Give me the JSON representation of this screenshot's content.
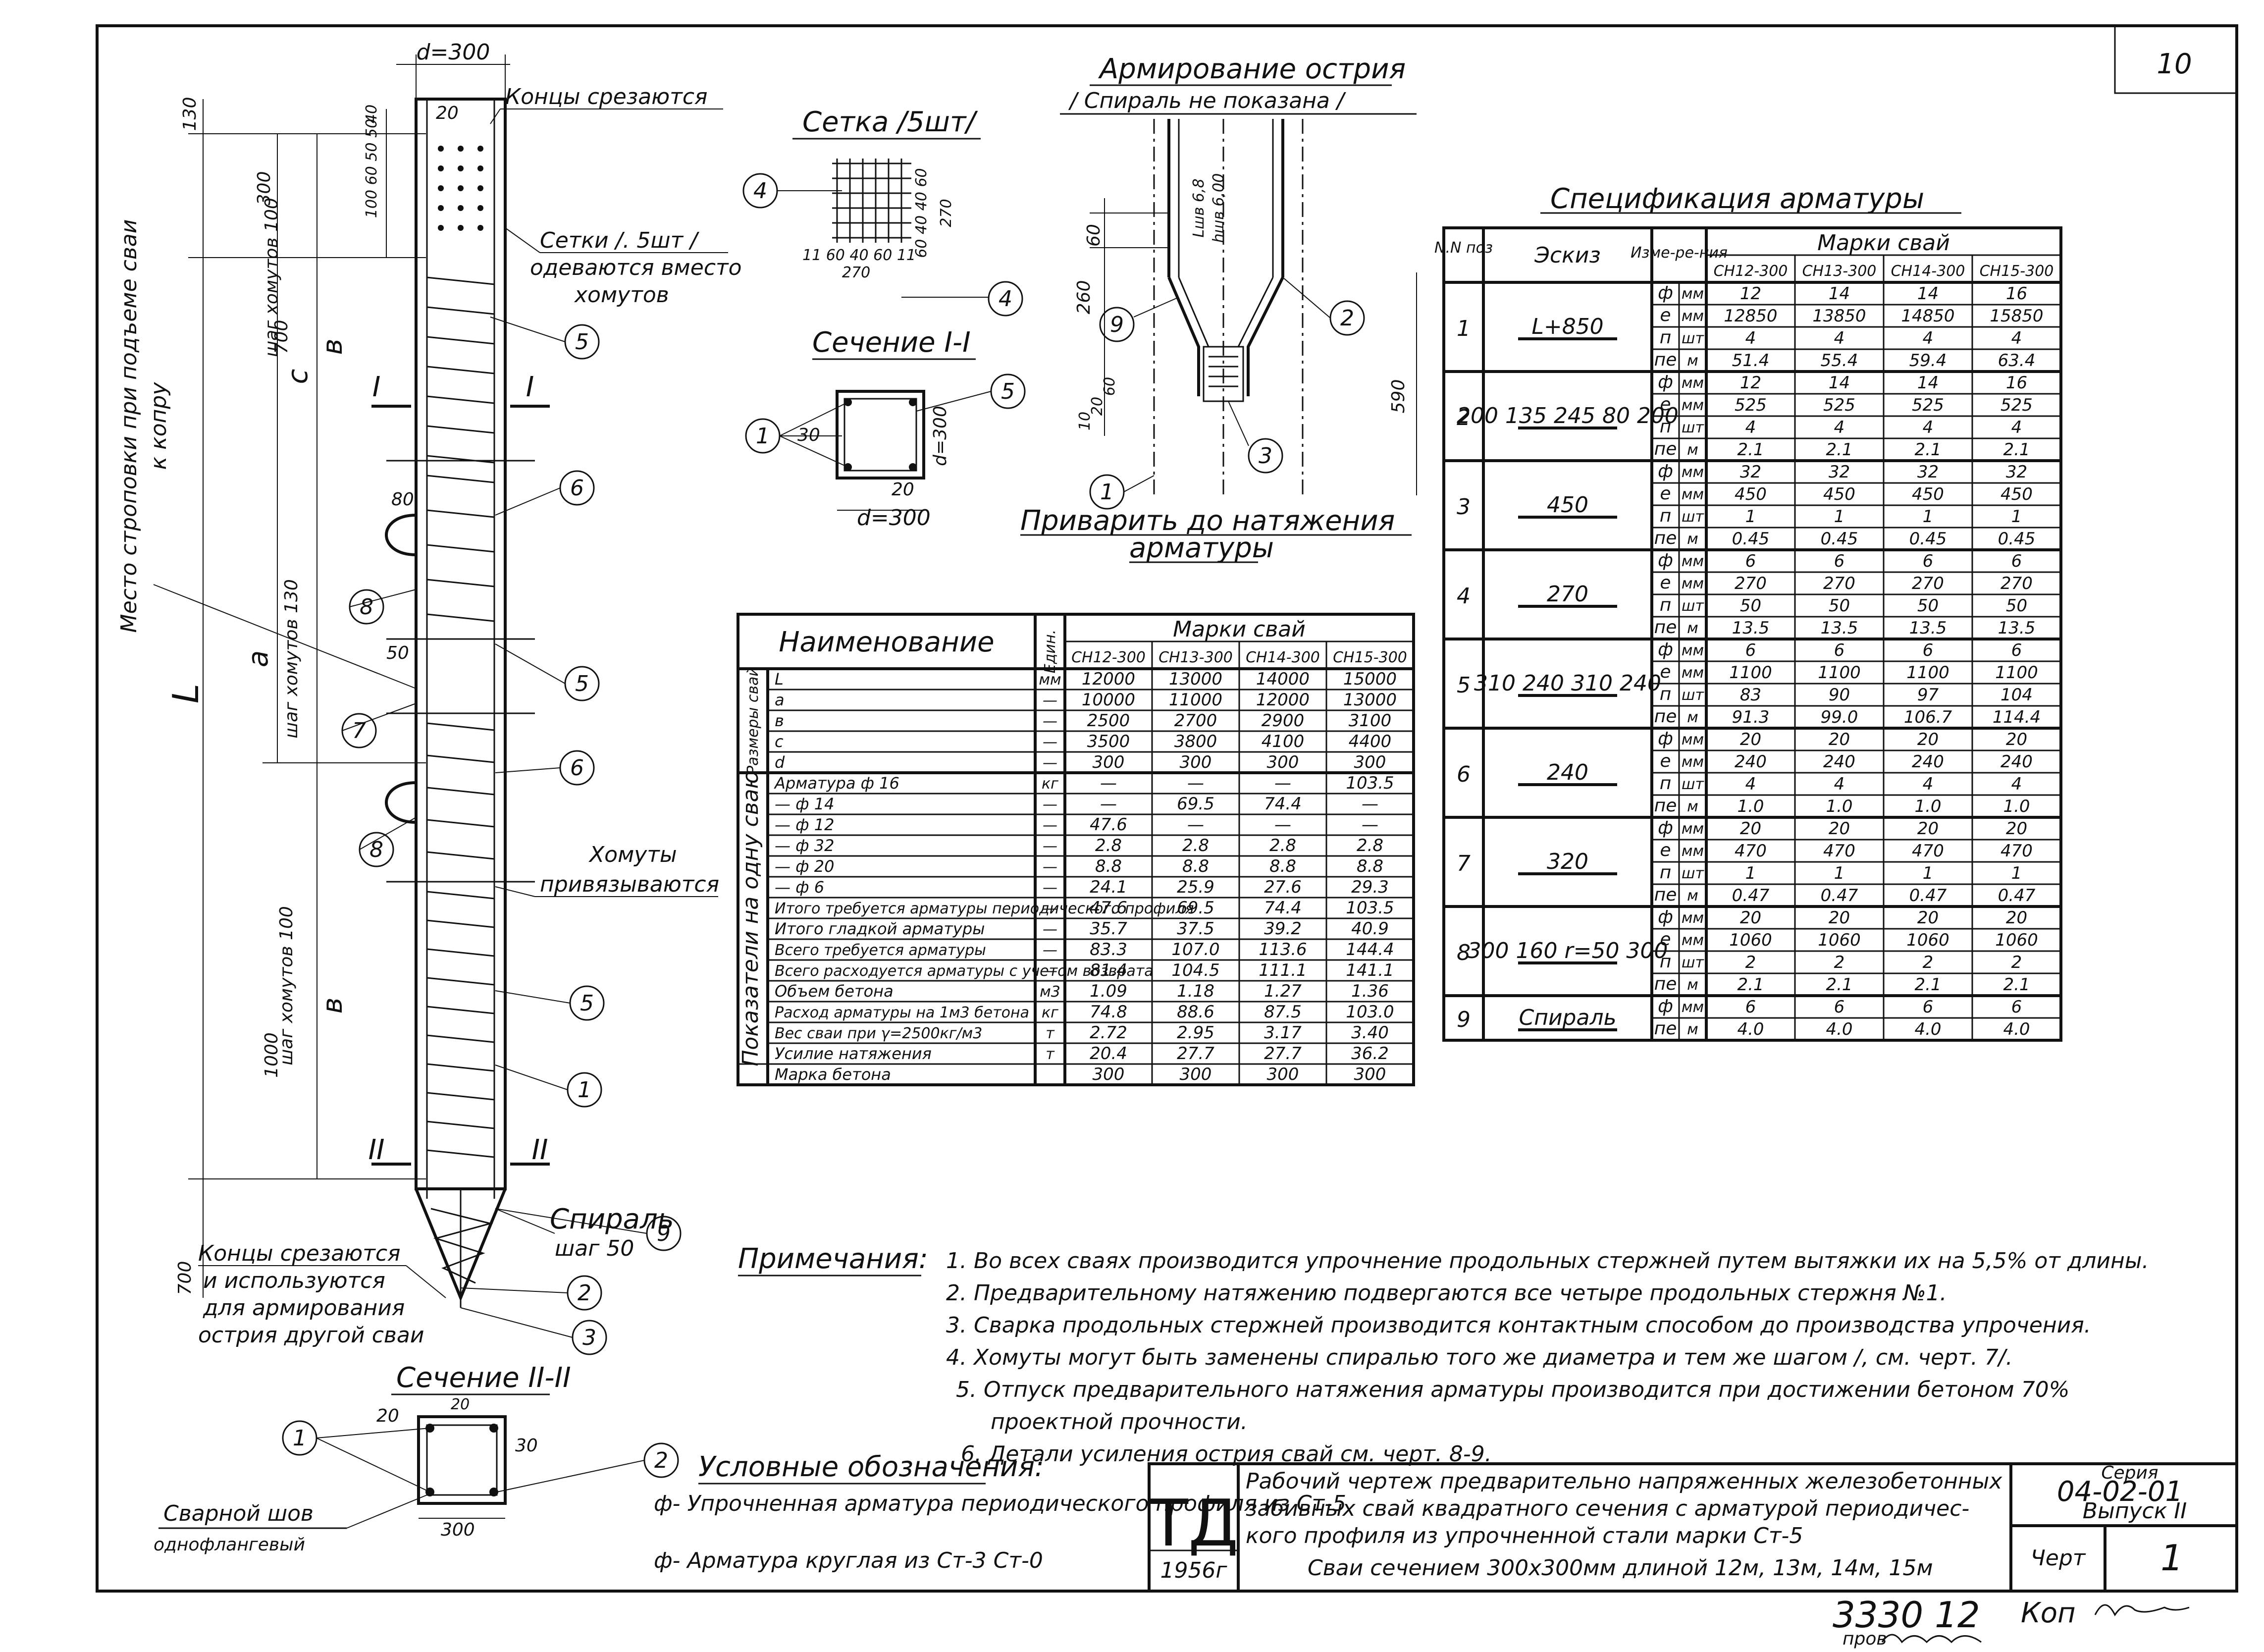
{
  "sheet_number": "10",
  "pile_drawing": {
    "d_label": "d=300",
    "dim_130_top": "130",
    "dim_20": "20",
    "dim_40": "40",
    "dim_300": "300",
    "dim_stack": "100 60 50 50",
    "ends_cut_label": "Концы срезаются",
    "nets_label_1": "Сетки /. 5шт /",
    "nets_label_2": "одеваются вместо",
    "nets_label_3": "хомутов",
    "stirrup_step_100_top": "700",
    "stirrup_step_100_top_text": "шаг хомутов 100",
    "b_label": "в",
    "c_label": "с",
    "a_label": "а",
    "stirrup_step_130_text": "шаг хомутов 130",
    "dim_80": "80",
    "dim_50": "50",
    "section_mark": "I",
    "l_label": "L",
    "lifting_label_1": "Место строповки при подъеме сваи",
    "lifting_label_2": "к копру",
    "stirrups_tied_1": "Хомуты",
    "stirrups_tied_2": "привязываются",
    "stirrup_step_100_bot": "1000",
    "stirrup_step_100_bot_text": "шаг хомутов 100",
    "section_mark_2": "II",
    "spiral_label": "Спираль",
    "spiral_step": "шаг 50",
    "dim_700": "700",
    "cut_ends_1": "Концы срезаются",
    "cut_ends_2": "и используются",
    "cut_ends_3": "для армирования",
    "cut_ends_4": "острия другой сваи",
    "callouts": [
      "5",
      "5",
      "5",
      "6",
      "6",
      "8",
      "8",
      "7",
      "5",
      "1",
      "9",
      "2",
      "3"
    ]
  },
  "mesh": {
    "title": "Сетка /5шт/",
    "callout": "4",
    "dims_v": "60 40 40 60",
    "dim_270v": "270",
    "dims_h": "11 60 40 60 11",
    "dim_270h": "270",
    "callout_b": "4"
  },
  "section_1": {
    "title": "Сечение I-I",
    "callout_1": "1",
    "callout_5": "5",
    "dim_30": "30",
    "dim_20": "20",
    "d_label": "d=300",
    "d_label_v": "d=300"
  },
  "tip": {
    "title": "Армирование острия",
    "subtitle": "/ Спираль не показана /",
    "weld_label_1": "Приварить до натяжения",
    "weld_label_2": "арматуры",
    "dims": [
      "60",
      "260",
      "10",
      "20",
      "60",
      "590"
    ],
    "lbl_le": "Lшв 6,8",
    "lbl_h": "hшв 6,00",
    "callouts": [
      "9",
      "2",
      "3",
      "1"
    ]
  },
  "table_left": {
    "header_name": "Наименование",
    "header_unit": "Един.",
    "header_marks": "Марки свай",
    "marks": [
      "СН12-300",
      "СН13-300",
      "СН14-300",
      "СН15-300"
    ],
    "group_dims": "Размеры свай",
    "group_indicators": "Показатели на одну сваю",
    "rows": [
      {
        "name": "L",
        "unit": "мм",
        "v": [
          "12000",
          "13000",
          "14000",
          "15000"
        ]
      },
      {
        "name": "а",
        "unit": "—",
        "v": [
          "10000",
          "11000",
          "12000",
          "13000"
        ]
      },
      {
        "name": "в",
        "unit": "—",
        "v": [
          "2500",
          "2700",
          "2900",
          "3100"
        ]
      },
      {
        "name": "с",
        "unit": "—",
        "v": [
          "3500",
          "3800",
          "4100",
          "4400"
        ]
      },
      {
        "name": "d",
        "unit": "—",
        "v": [
          "300",
          "300",
          "300",
          "300"
        ]
      },
      {
        "name": "Арматура ф 16",
        "unit": "кг",
        "v": [
          "—",
          "—",
          "—",
          "103.5"
        ]
      },
      {
        "name": "— ф 14",
        "unit": "—",
        "v": [
          "—",
          "69.5",
          "74.4",
          "—"
        ]
      },
      {
        "name": "— ф 12",
        "unit": "—",
        "v": [
          "47.6",
          "—",
          "—",
          "—"
        ]
      },
      {
        "name": "— ф 32",
        "unit": "—",
        "v": [
          "2.8",
          "2.8",
          "2.8",
          "2.8"
        ]
      },
      {
        "name": "— ф 20",
        "unit": "—",
        "v": [
          "8.8",
          "8.8",
          "8.8",
          "8.8"
        ]
      },
      {
        "name": "— ф 6",
        "unit": "—",
        "v": [
          "24.1",
          "25.9",
          "27.6",
          "29.3"
        ]
      },
      {
        "name": "Итого требуется арматуры периодического профиля",
        "unit": "—",
        "v": [
          "47.6",
          "69.5",
          "74.4",
          "103.5"
        ]
      },
      {
        "name": "Итого гладкой арматуры",
        "unit": "—",
        "v": [
          "35.7",
          "37.5",
          "39.2",
          "40.9"
        ]
      },
      {
        "name": "Всего требуется арматуры",
        "unit": "—",
        "v": [
          "83.3",
          "107.0",
          "113.6",
          "144.4"
        ]
      },
      {
        "name": "Всего расходуется арматуры с учетом возврата",
        "unit": "—",
        "v": [
          "81.4",
          "104.5",
          "111.1",
          "141.1"
        ]
      },
      {
        "name": "Объем бетона",
        "unit": "м3",
        "v": [
          "1.09",
          "1.18",
          "1.27",
          "1.36"
        ]
      },
      {
        "name": "Расход арматуры на 1м3 бетона",
        "unit": "кг",
        "v": [
          "74.8",
          "88.6",
          "87.5",
          "103.0"
        ]
      },
      {
        "name": "Вес сваи при γ=2500кг/м3",
        "unit": "т",
        "v": [
          "2.72",
          "2.95",
          "3.17",
          "3.40"
        ]
      },
      {
        "name": "Усилие натяжения",
        "unit": "т",
        "v": [
          "20.4",
          "27.7",
          "27.7",
          "36.2"
        ]
      },
      {
        "name": "Марка бетона",
        "unit": "",
        "v": [
          "300",
          "300",
          "300",
          "300"
        ]
      }
    ]
  },
  "spec": {
    "title": "Спецификация арматуры",
    "h_no": "N.N поз",
    "h_sketch": "Эскиз",
    "h_unit": "Изме-ре-ния",
    "h_marks": "Марки свай",
    "marks": [
      "СН12-300",
      "СН13-300",
      "СН14-300",
      "СН15-300"
    ],
    "items": [
      {
        "no": "1",
        "sketch": "L+850",
        "rows": [
          {
            "p": "ф",
            "u": "мм",
            "v": [
              "12",
              "14",
              "14",
              "16"
            ]
          },
          {
            "p": "е",
            "u": "мм",
            "v": [
              "12850",
              "13850",
              "14850",
              "15850"
            ]
          },
          {
            "p": "п",
            "u": "шт",
            "v": [
              "4",
              "4",
              "4",
              "4"
            ]
          },
          {
            "p": "пе",
            "u": "м",
            "v": [
              "51.4",
              "55.4",
              "59.4",
              "63.4"
            ]
          }
        ]
      },
      {
        "no": "2",
        "sketch": "200 135 245 80 200",
        "rows": [
          {
            "p": "ф",
            "u": "мм",
            "v": [
              "12",
              "14",
              "14",
              "16"
            ]
          },
          {
            "p": "е",
            "u": "мм",
            "v": [
              "525",
              "525",
              "525",
              "525"
            ]
          },
          {
            "p": "п",
            "u": "шт",
            "v": [
              "4",
              "4",
              "4",
              "4"
            ]
          },
          {
            "p": "пе",
            "u": "м",
            "v": [
              "2.1",
              "2.1",
              "2.1",
              "2.1"
            ]
          }
        ]
      },
      {
        "no": "3",
        "sketch": "450",
        "rows": [
          {
            "p": "ф",
            "u": "мм",
            "v": [
              "32",
              "32",
              "32",
              "32"
            ]
          },
          {
            "p": "е",
            "u": "мм",
            "v": [
              "450",
              "450",
              "450",
              "450"
            ]
          },
          {
            "p": "п",
            "u": "шт",
            "v": [
              "1",
              "1",
              "1",
              "1"
            ]
          },
          {
            "p": "пе",
            "u": "м",
            "v": [
              "0.45",
              "0.45",
              "0.45",
              "0.45"
            ]
          }
        ]
      },
      {
        "no": "4",
        "sketch": "270",
        "rows": [
          {
            "p": "ф",
            "u": "мм",
            "v": [
              "6",
              "6",
              "6",
              "6"
            ]
          },
          {
            "p": "е",
            "u": "мм",
            "v": [
              "270",
              "270",
              "270",
              "270"
            ]
          },
          {
            "p": "п",
            "u": "шт",
            "v": [
              "50",
              "50",
              "50",
              "50"
            ]
          },
          {
            "p": "пе",
            "u": "м",
            "v": [
              "13.5",
              "13.5",
              "13.5",
              "13.5"
            ]
          }
        ]
      },
      {
        "no": "5",
        "sketch": "310 240 310 240",
        "rows": [
          {
            "p": "ф",
            "u": "мм",
            "v": [
              "6",
              "6",
              "6",
              "6"
            ]
          },
          {
            "p": "е",
            "u": "мм",
            "v": [
              "1100",
              "1100",
              "1100",
              "1100"
            ]
          },
          {
            "p": "п",
            "u": "шт",
            "v": [
              "83",
              "90",
              "97",
              "104"
            ]
          },
          {
            "p": "пе",
            "u": "м",
            "v": [
              "91.3",
              "99.0",
              "106.7",
              "114.4"
            ]
          }
        ]
      },
      {
        "no": "6",
        "sketch": "240",
        "rows": [
          {
            "p": "ф",
            "u": "мм",
            "v": [
              "20",
              "20",
              "20",
              "20"
            ]
          },
          {
            "p": "е",
            "u": "мм",
            "v": [
              "240",
              "240",
              "240",
              "240"
            ]
          },
          {
            "p": "п",
            "u": "шт",
            "v": [
              "4",
              "4",
              "4",
              "4"
            ]
          },
          {
            "p": "пе",
            "u": "м",
            "v": [
              "1.0",
              "1.0",
              "1.0",
              "1.0"
            ]
          }
        ]
      },
      {
        "no": "7",
        "sketch": "320",
        "rows": [
          {
            "p": "ф",
            "u": "мм",
            "v": [
              "20",
              "20",
              "20",
              "20"
            ]
          },
          {
            "p": "е",
            "u": "мм",
            "v": [
              "470",
              "470",
              "470",
              "470"
            ]
          },
          {
            "p": "п",
            "u": "шт",
            "v": [
              "1",
              "1",
              "1",
              "1"
            ]
          },
          {
            "p": "пе",
            "u": "м",
            "v": [
              "0.47",
              "0.47",
              "0.47",
              "0.47"
            ]
          }
        ]
      },
      {
        "no": "8",
        "sketch": "300 160 r=50 300",
        "rows": [
          {
            "p": "ф",
            "u": "мм",
            "v": [
              "20",
              "20",
              "20",
              "20"
            ]
          },
          {
            "p": "е",
            "u": "мм",
            "v": [
              "1060",
              "1060",
              "1060",
              "1060"
            ]
          },
          {
            "p": "п",
            "u": "шт",
            "v": [
              "2",
              "2",
              "2",
              "2"
            ]
          },
          {
            "p": "пе",
            "u": "м",
            "v": [
              "2.1",
              "2.1",
              "2.1",
              "2.1"
            ]
          }
        ]
      },
      {
        "no": "9",
        "sketch": "Спираль",
        "rows": [
          {
            "p": "ф",
            "u": "мм",
            "v": [
              "6",
              "6",
              "6",
              "6"
            ]
          },
          {
            "p": "пе",
            "u": "м",
            "v": [
              "4.0",
              "4.0",
              "4.0",
              "4.0"
            ]
          }
        ]
      }
    ]
  },
  "notes": {
    "title": "Примечания:",
    "items": [
      "1. Во всех сваях производится упрочнение продольных стержней путем вытяжки их на 5,5% от длины.",
      "2. Предварительному натяжению подвергаются все четыре продольных стержня №1.",
      "3. Сварка продольных стержней производится контактным способом до производства упрочения.",
      "4. Хомуты могут быть заменены спиралью того же диаметра и тем же шагом /, см. черт. 7/.",
      "5. Отпуск предварительного натяжения арматуры производится при достижении бетоном 70%",
      "проектной прочности.",
      "6. Детали усиления острия свай см. черт. 8-9."
    ]
  },
  "section_2": {
    "title": "Сечение II-II",
    "dim_20a": "20",
    "dim_20b": "20",
    "dim_30": "30",
    "dim_300": "300",
    "callout_1": "1",
    "callout_2": "2",
    "weld_1": "Сварной шов",
    "weld_2": "однофлангевый"
  },
  "legend": {
    "title": "Условные обозначения:",
    "items": [
      "ф- Упрочненная арматура периодического профиля из Ст-5",
      "ф- Арматура круглая из Ст-3 Ст-0"
    ]
  },
  "title_block": {
    "logo": "ТД",
    "year": "1956г",
    "desc": [
      "Рабочий чертеж предварительно напряженных железобетонных",
      "забивных свай квадратного сечения с арматурой периодичес-",
      "кого профиля из упрочненной стали марки Ст-5",
      "Сваи сечением 300x300мм длиной 12м, 13м, 14м, 15м"
    ],
    "series_label": "Серия",
    "series": "04-02-01",
    "issue": "Выпуск II",
    "sheet_label": "Черт",
    "sheet": "1"
  },
  "footer": {
    "number": "3330 12",
    "kop": "Коп",
    "prov": "пров"
  }
}
